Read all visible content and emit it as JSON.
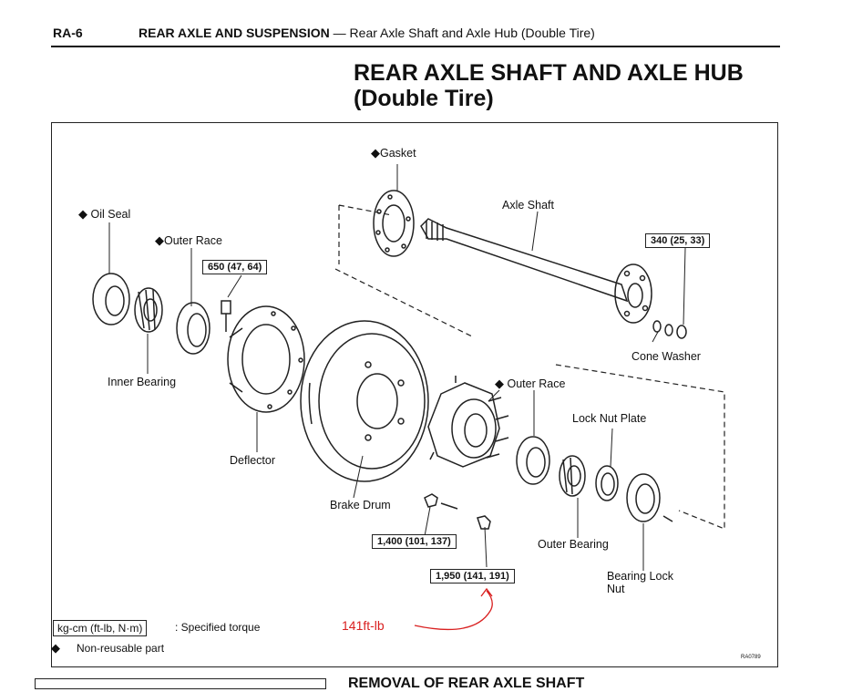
{
  "header": {
    "code": "RA-6",
    "section": "REAR AXLE AND SUSPENSION",
    "sub": "— Rear Axle Shaft and Axle Hub (Double Tire)"
  },
  "title": {
    "line1": "REAR AXLE SHAFT AND AXLE HUB",
    "line2": "(Double Tire)"
  },
  "labels": {
    "gasket": "Gasket",
    "axle_shaft": "Axle Shaft",
    "oil_seal": "Oil Seal",
    "outer_race_1": "Outer Race",
    "inner_bearing": "Inner Bearing",
    "deflector": "Deflector",
    "brake_drum": "Brake Drum",
    "outer_race_2": "Outer Race",
    "lock_nut_plate": "Lock Nut Plate",
    "cone_washer": "Cone Washer",
    "outer_bearing": "Outer Bearing",
    "bearing_lock_nut_1": "Bearing Lock",
    "bearing_lock_nut_2": "Nut"
  },
  "torques": {
    "t340": "340 (25, 33)",
    "t650": "650 (47, 64)",
    "t1400": "1,400 (101, 137)",
    "t1950": "1,950 (141, 191)"
  },
  "legend": {
    "torque_box": "kg-cm (ft-lb, N·m)",
    "torque_text": ": Specified torque",
    "nonreusable": "Non-reusable part"
  },
  "annotation": {
    "text": "141ft-lb",
    "color": "#d92020"
  },
  "figure_code": "RA0789",
  "next_heading": "REMOVAL OF REAR AXLE SHAFT"
}
